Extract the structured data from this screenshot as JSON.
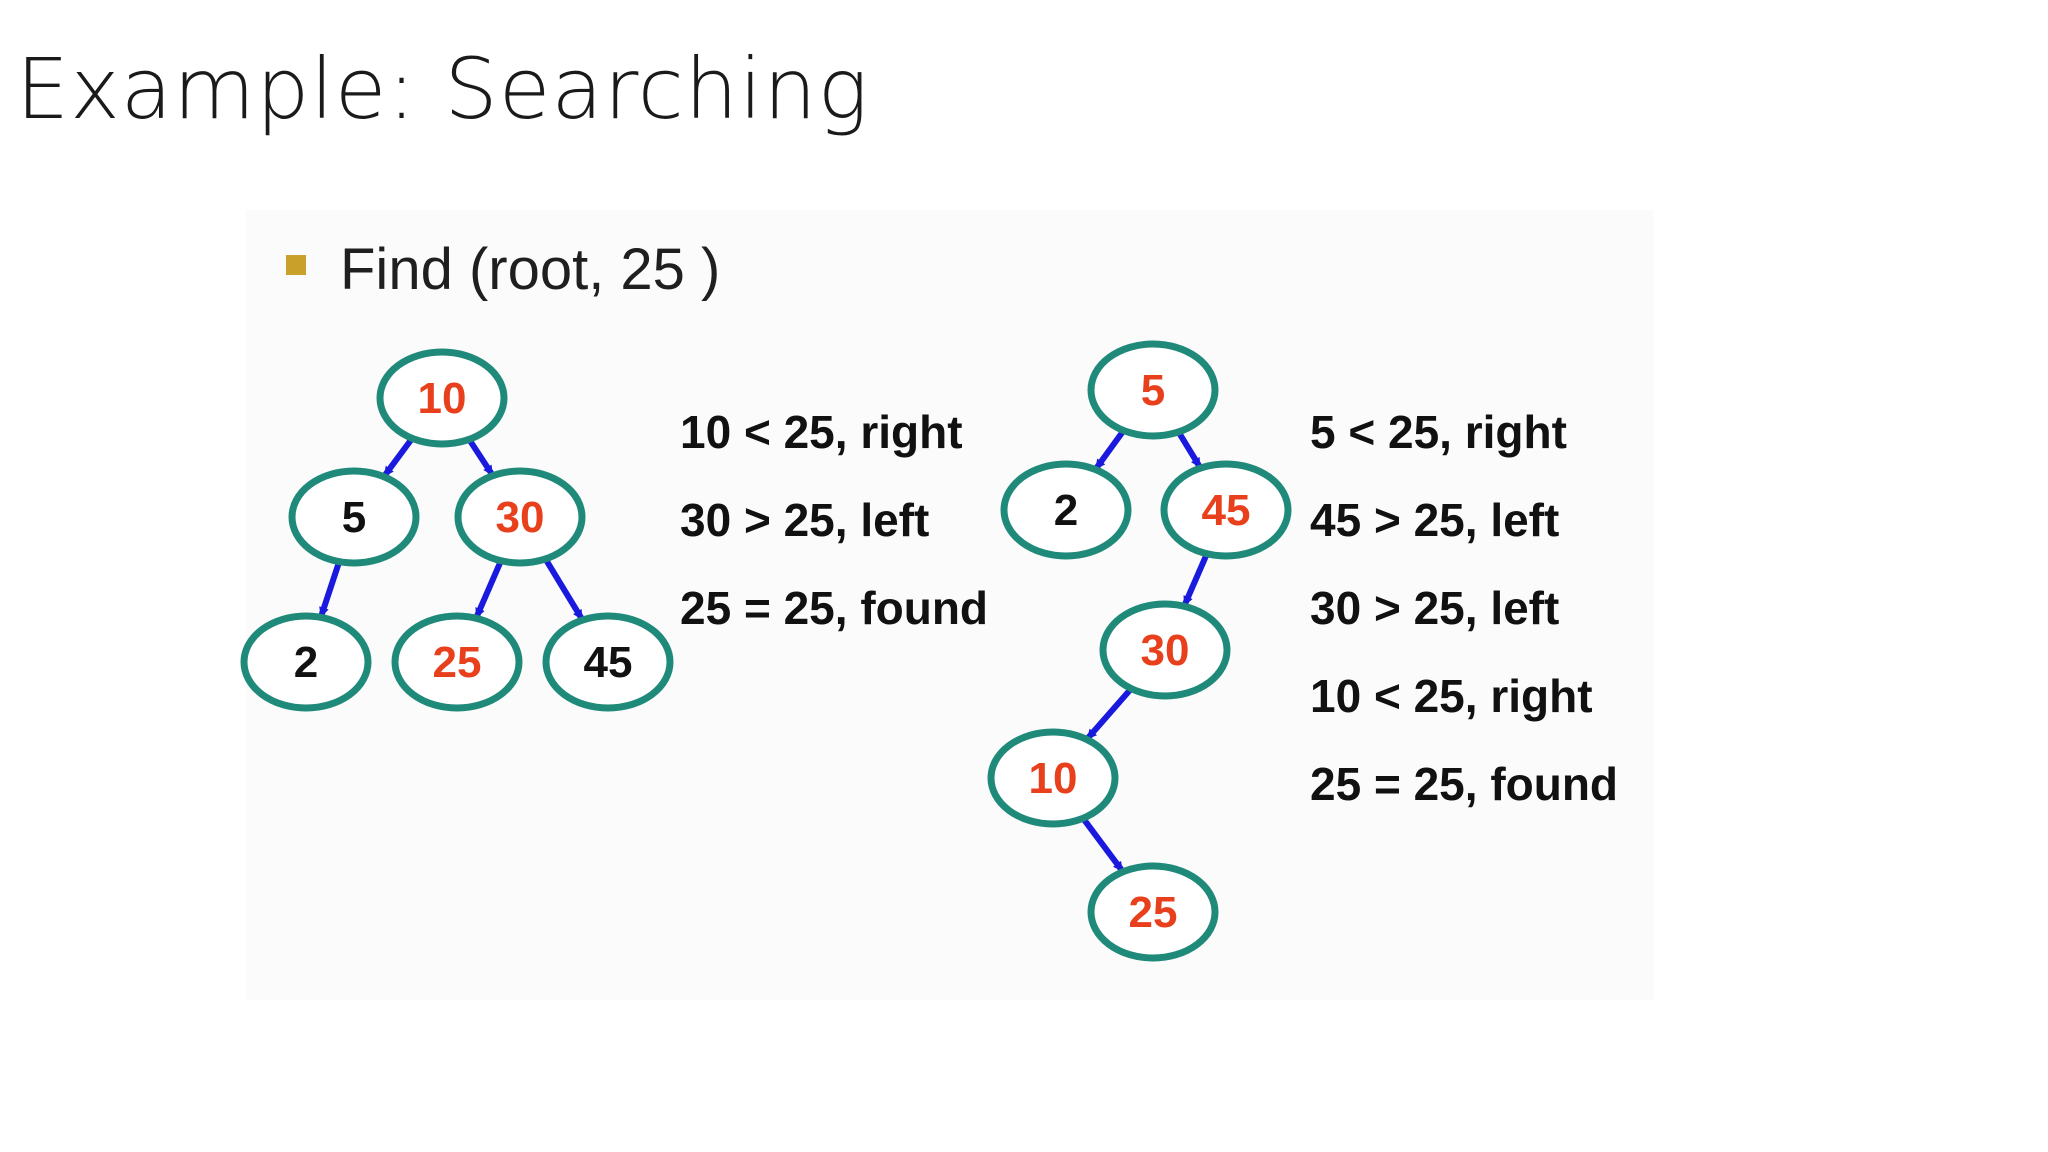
{
  "title": "Example: Searching",
  "bullet": {
    "text": "Find (root, 25 )",
    "color": "#c9a12a"
  },
  "colors": {
    "node_stroke": "#1f8a7a",
    "edge": "#1a1adf",
    "highlight_text": "#e8401c",
    "normal_text": "#111111"
  },
  "tree_left": {
    "nodes": [
      {
        "label": "10",
        "highlight": true
      },
      {
        "label": "5",
        "highlight": false
      },
      {
        "label": "30",
        "highlight": true
      },
      {
        "label": "2",
        "highlight": false
      },
      {
        "label": "25",
        "highlight": true
      },
      {
        "label": "45",
        "highlight": false
      }
    ],
    "steps": [
      "10 < 25, right",
      "30 > 25, left",
      "25 = 25, found"
    ]
  },
  "tree_right": {
    "nodes": [
      {
        "label": "5",
        "highlight": true
      },
      {
        "label": "2",
        "highlight": false
      },
      {
        "label": "45",
        "highlight": true
      },
      {
        "label": "30",
        "highlight": true
      },
      {
        "label": "10",
        "highlight": true
      },
      {
        "label": "25",
        "highlight": true
      }
    ],
    "steps": [
      "5 < 25, right",
      "45 > 25, left",
      "30 > 25, left",
      "10 < 25, right",
      "25 = 25, found"
    ]
  }
}
